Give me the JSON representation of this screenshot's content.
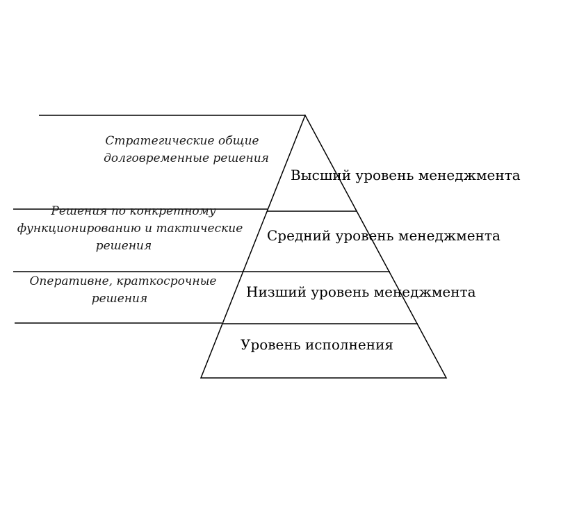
{
  "pyramid": {
    "levels": [
      "Высший уровень менеджмента",
      "Средний уровень менеджмента",
      "Низший уровень менеджмента",
      "Уровень исполнения"
    ]
  },
  "decisions": {
    "strategic": [
      "Стратегические общие",
      "долговременные решения"
    ],
    "functional": [
      "Решения по конкретному",
      "функционированию и тактические",
      "решения"
    ],
    "operational": [
      "Оперативне, краткосрочные",
      "решения"
    ]
  }
}
